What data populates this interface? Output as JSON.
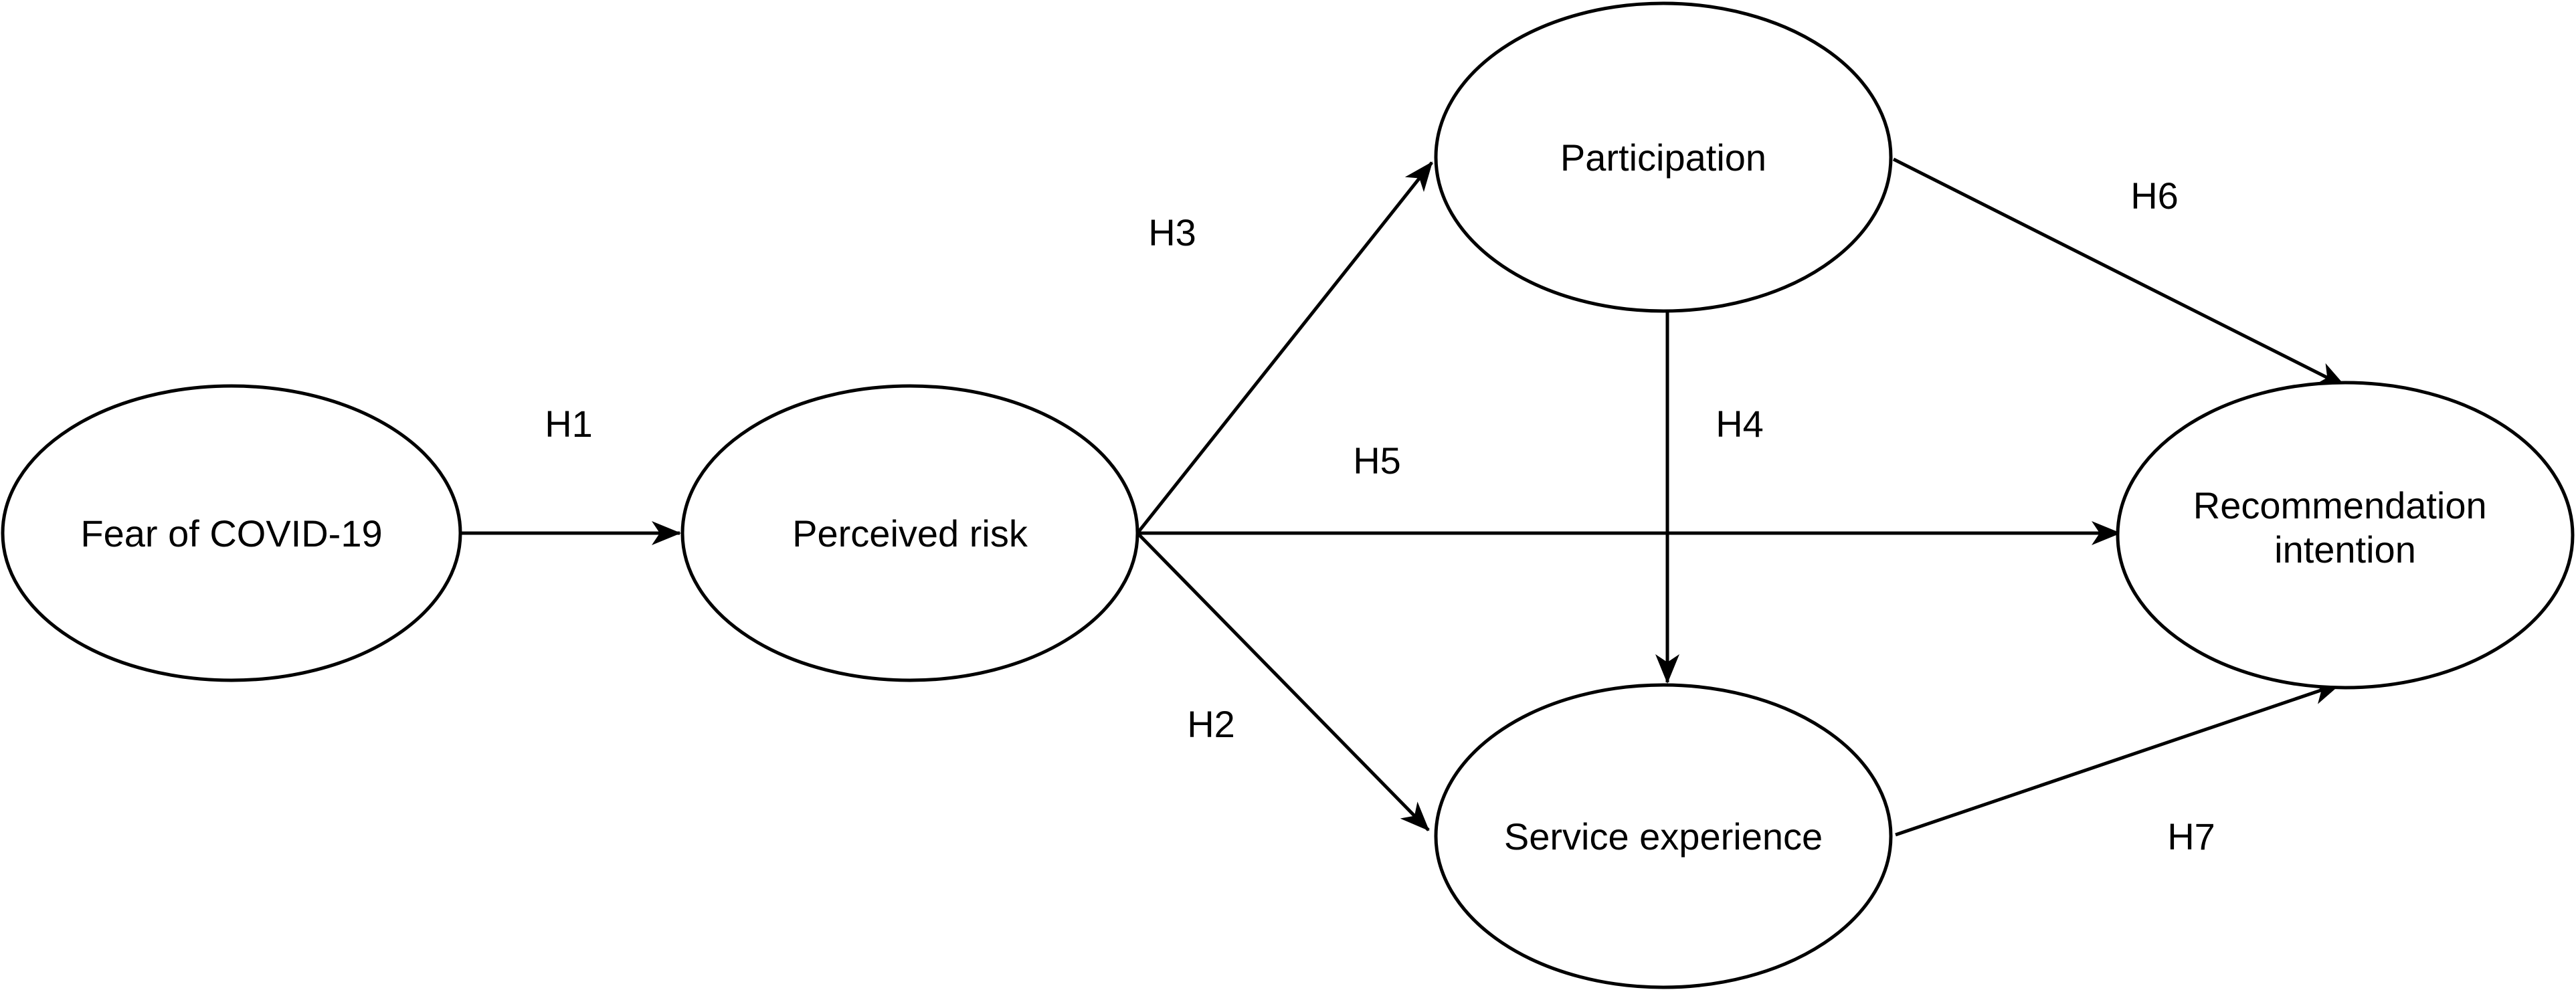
{
  "nodes": {
    "fear": {
      "label": "Fear of COVID-19"
    },
    "risk": {
      "label": "Perceived risk"
    },
    "participation": {
      "label": "Participation"
    },
    "experience": {
      "label": "Service experience"
    },
    "recommendation": {
      "line1": "Recommendation",
      "line2": "intention"
    }
  },
  "edges": {
    "h1": {
      "label": "H1",
      "from": "Fear of COVID-19",
      "to": "Perceived risk"
    },
    "h2": {
      "label": "H2",
      "from": "Perceived risk",
      "to": "Service experience"
    },
    "h3": {
      "label": "H3",
      "from": "Perceived risk",
      "to": "Participation"
    },
    "h4": {
      "label": "H4",
      "from": "Participation",
      "to": "Service experience"
    },
    "h5": {
      "label": "H5",
      "from": "Perceived risk",
      "to": "Recommendation intention"
    },
    "h6": {
      "label": "H6",
      "from": "Participation",
      "to": "Recommendation intention"
    },
    "h7": {
      "label": "H7",
      "from": "Service experience",
      "to": "Recommendation intention"
    }
  },
  "colors": {
    "stroke": "#000000",
    "fill": "#ffffff",
    "text": "#000000"
  }
}
